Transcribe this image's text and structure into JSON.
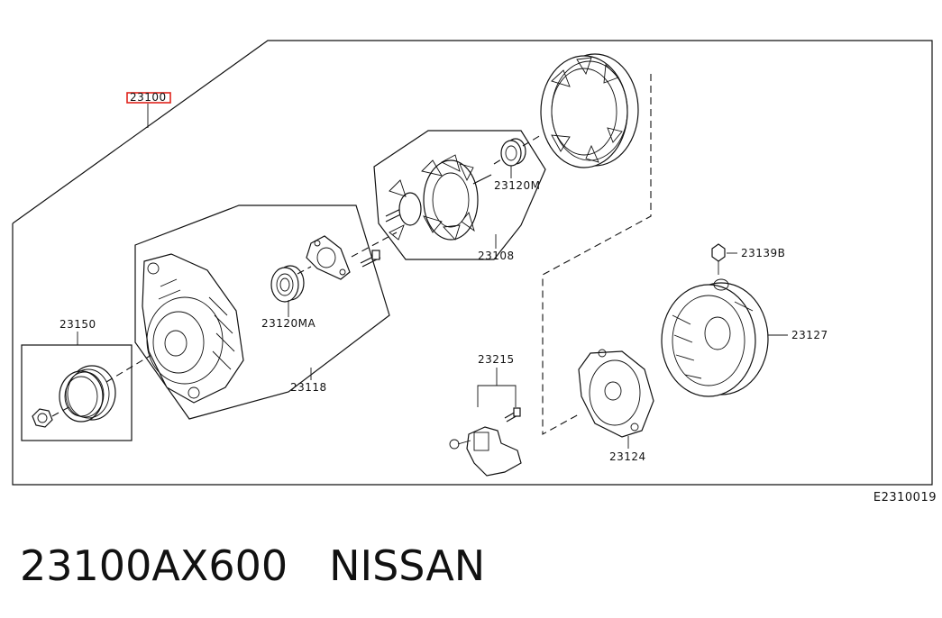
{
  "assembly": {
    "part_no": "23100",
    "highlight_color": "#e0231c"
  },
  "parts": {
    "pulley_group": "23150",
    "front_case": "23118",
    "front_bearing": "23120MA",
    "rotor": "23108",
    "rear_bearing": "23120M",
    "brush_holder": "23215",
    "rear_cover": "23124",
    "rear_case": "23127",
    "nut": "23139B"
  },
  "diagram_code": "E2310019",
  "caption": "23100AX600　NISSAN"
}
